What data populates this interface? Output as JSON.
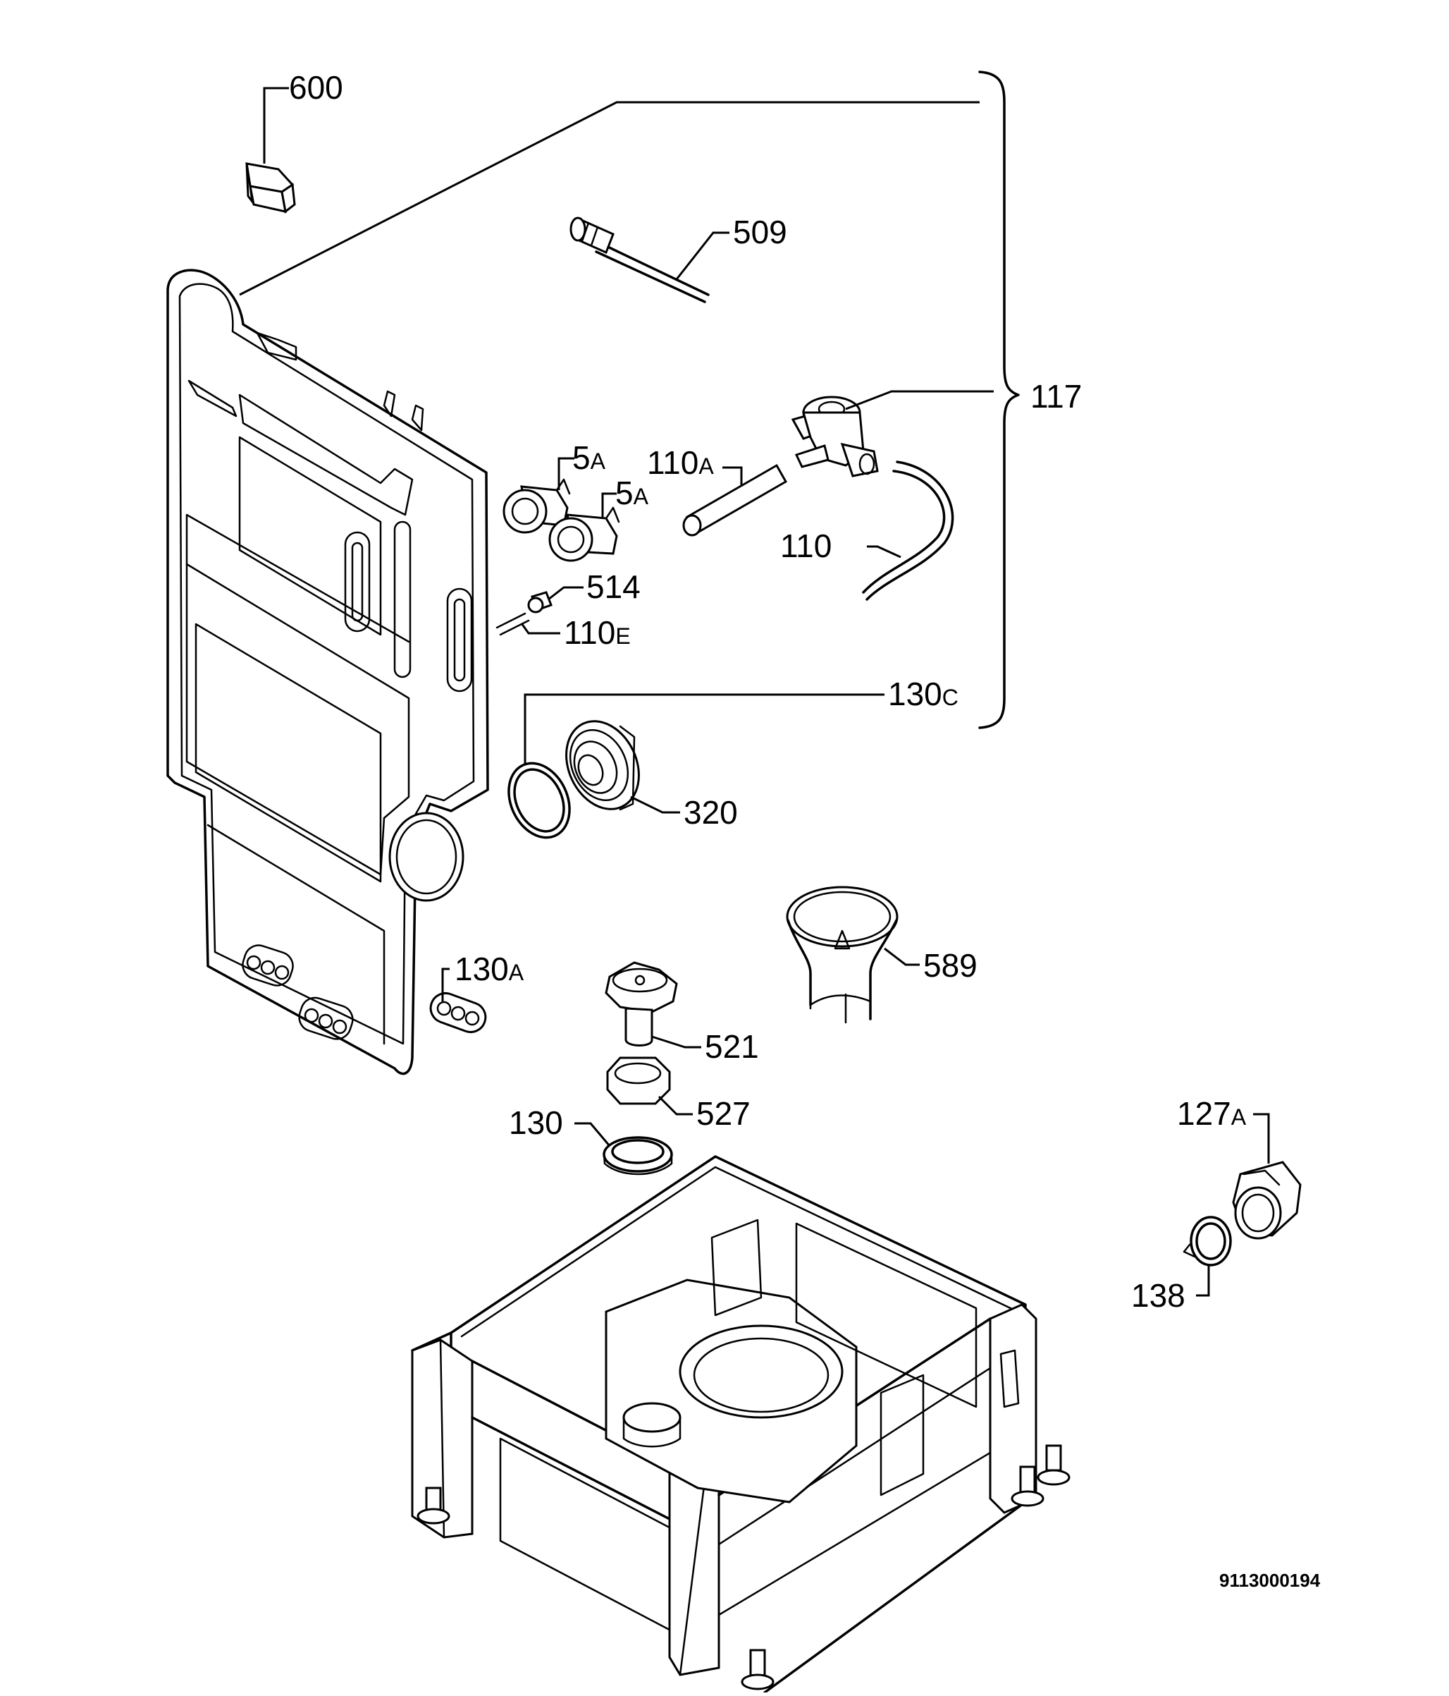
{
  "diagram": {
    "reference_code": "9113000194",
    "callouts": [
      {
        "id": "600",
        "num": "600",
        "suffix": ""
      },
      {
        "id": "509",
        "num": "509",
        "suffix": ""
      },
      {
        "id": "117",
        "num": "117",
        "suffix": ""
      },
      {
        "id": "5A-1",
        "num": "5",
        "suffix": "A"
      },
      {
        "id": "5A-2",
        "num": "5",
        "suffix": "A"
      },
      {
        "id": "110A",
        "num": "110",
        "suffix": "A"
      },
      {
        "id": "110",
        "num": "110",
        "suffix": ""
      },
      {
        "id": "514",
        "num": "514",
        "suffix": ""
      },
      {
        "id": "110E",
        "num": "110",
        "suffix": "E"
      },
      {
        "id": "130C",
        "num": "130",
        "suffix": "C"
      },
      {
        "id": "320",
        "num": "320",
        "suffix": ""
      },
      {
        "id": "589",
        "num": "589",
        "suffix": ""
      },
      {
        "id": "130A",
        "num": "130",
        "suffix": "A"
      },
      {
        "id": "521",
        "num": "521",
        "suffix": ""
      },
      {
        "id": "527",
        "num": "527",
        "suffix": ""
      },
      {
        "id": "130",
        "num": "130",
        "suffix": ""
      },
      {
        "id": "127A",
        "num": "127",
        "suffix": "A"
      },
      {
        "id": "138",
        "num": "138",
        "suffix": ""
      }
    ]
  }
}
